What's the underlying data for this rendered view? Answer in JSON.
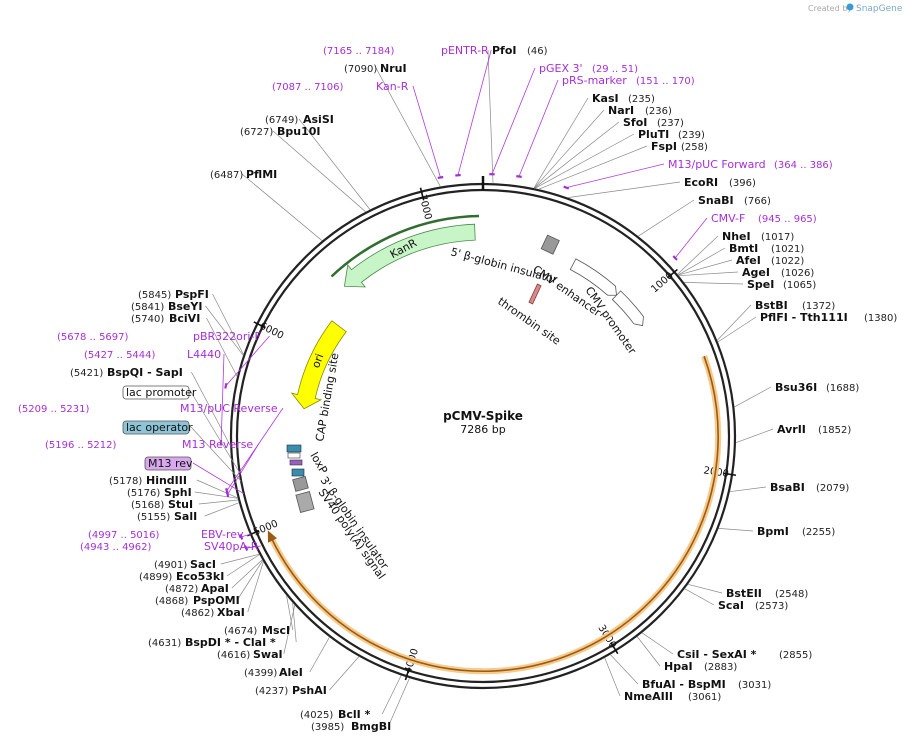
{
  "header": {
    "created_by": "Created by",
    "brand": "SnapGene"
  },
  "plasmid": {
    "name": "pCMV-Spike",
    "length": "7286 bp",
    "total_bp": 7286
  },
  "ticks": [
    1000,
    2000,
    3000,
    4000,
    5000,
    6000,
    7000
  ],
  "tick_labels": [
    "1000",
    "2000",
    "3000",
    "4000",
    "5000",
    "6000",
    "7000"
  ],
  "primers": [
    {
      "name": "pENTR-R",
      "range": "(7165 .. 7184)",
      "pos": 7175
    },
    {
      "name": "Kan-R",
      "range": "(7087 .. 7106)",
      "pos": 7097
    },
    {
      "name": "pGEX 3'",
      "range": "(29 .. 51)",
      "pos": 40
    },
    {
      "name": "pRS-marker",
      "range": "(151 .. 170)",
      "pos": 160
    },
    {
      "name": "M13/pUC Forward",
      "range": "(364 .. 386)",
      "pos": 375
    },
    {
      "name": "CMV-F",
      "range": "(945 .. 965)",
      "pos": 955
    },
    {
      "name": "pBR322ori-F",
      "range": "(5678 .. 5697)",
      "pos": 5688
    },
    {
      "name": "L4440",
      "range": "(5427 .. 5444)",
      "pos": 5435
    },
    {
      "name": "M13/pUC Reverse",
      "range": "(5209 .. 5231)",
      "pos": 5220
    },
    {
      "name": "M13 Reverse",
      "range": "(5196 .. 5212)",
      "pos": 5204
    },
    {
      "name": "EBV-rev",
      "range": "(4997 .. 5016)",
      "pos": 5006
    },
    {
      "name": "SV40pA-R",
      "range": "(4943 .. 4962)",
      "pos": 4952
    }
  ],
  "enzymes": [
    {
      "name": "PfoI",
      "pos_label": "(46)",
      "pos": 46
    },
    {
      "name": "NruI",
      "pos_label": "(7090)",
      "pos": 7090
    },
    {
      "name": "AsiSI",
      "pos_label": "(6749)",
      "pos": 6749
    },
    {
      "name": "Bpu10I",
      "pos_label": "(6727)",
      "pos": 6727
    },
    {
      "name": "PflMI",
      "pos_label": "(6487)",
      "pos": 6487
    },
    {
      "name": "KasI",
      "pos_label": "(235)",
      "pos": 235
    },
    {
      "name": "NarI",
      "pos_label": "(236)",
      "pos": 236
    },
    {
      "name": "SfoI",
      "pos_label": "(237)",
      "pos": 237
    },
    {
      "name": "PluTI",
      "pos_label": "(239)",
      "pos": 239
    },
    {
      "name": "FspI",
      "pos_label": "(258)",
      "pos": 258
    },
    {
      "name": "EcoRI",
      "pos_label": "(396)",
      "pos": 396
    },
    {
      "name": "SnaBI",
      "pos_label": "(766)",
      "pos": 766
    },
    {
      "name": "NheI",
      "pos_label": "(1017)",
      "pos": 1017
    },
    {
      "name": "BmtI",
      "pos_label": "(1021)",
      "pos": 1021
    },
    {
      "name": "AfeI",
      "pos_label": "(1022)",
      "pos": 1022
    },
    {
      "name": "AgeI",
      "pos_label": "(1026)",
      "pos": 1026
    },
    {
      "name": "SpeI",
      "pos_label": "(1065)",
      "pos": 1065
    },
    {
      "name": "BstBI",
      "pos_label": "(1372)",
      "pos": 1372
    },
    {
      "name": "PflFI - Tth111I",
      "pos_label": "(1380)",
      "pos": 1380
    },
    {
      "name": "Bsu36I",
      "pos_label": "(1688)",
      "pos": 1688
    },
    {
      "name": "AvrII",
      "pos_label": "(1852)",
      "pos": 1852
    },
    {
      "name": "BsaBI",
      "pos_label": "(2079)",
      "pos": 2079
    },
    {
      "name": "BpmI",
      "pos_label": "(2255)",
      "pos": 2255
    },
    {
      "name": "BstEII",
      "pos_label": "(2548)",
      "pos": 2548
    },
    {
      "name": "ScaI",
      "pos_label": "(2573)",
      "pos": 2573
    },
    {
      "name": "CsiI - SexAI *",
      "pos_label": "(2855)",
      "pos": 2855
    },
    {
      "name": "HpaI",
      "pos_label": "(2883)",
      "pos": 2883
    },
    {
      "name": "BfuAI - BspMI",
      "pos_label": "(3031)",
      "pos": 3031
    },
    {
      "name": "NmeAIII",
      "pos_label": "(3061)",
      "pos": 3061
    },
    {
      "name": "BclI *",
      "pos_label": "(4025)",
      "pos": 4025
    },
    {
      "name": "BmgBI",
      "pos_label": "(3985)",
      "pos": 3985
    },
    {
      "name": "PshAI",
      "pos_label": "(4237)",
      "pos": 4237
    },
    {
      "name": "AleI",
      "pos_label": "(4399)",
      "pos": 4399
    },
    {
      "name": "SwaI",
      "pos_label": "(4616)",
      "pos": 4616
    },
    {
      "name": "BspDI * - ClaI *",
      "pos_label": "(4631)",
      "pos": 4631
    },
    {
      "name": "MscI",
      "pos_label": "(4674)",
      "pos": 4674
    },
    {
      "name": "XbaI",
      "pos_label": "(4862)",
      "pos": 4862
    },
    {
      "name": "PspOMI",
      "pos_label": "(4868)",
      "pos": 4868
    },
    {
      "name": "ApaI",
      "pos_label": "(4872)",
      "pos": 4872
    },
    {
      "name": "Eco53kI",
      "pos_label": "(4899)",
      "pos": 4899
    },
    {
      "name": "SacI",
      "pos_label": "(4901)",
      "pos": 4901
    },
    {
      "name": "SalI",
      "pos_label": "(5155)",
      "pos": 5155
    },
    {
      "name": "StuI",
      "pos_label": "(5168)",
      "pos": 5168
    },
    {
      "name": "SphI",
      "pos_label": "(5176)",
      "pos": 5176
    },
    {
      "name": "HindIII",
      "pos_label": "(5178)",
      "pos": 5178
    },
    {
      "name": "BspQI - SapI",
      "pos_label": "(5421)",
      "pos": 5421
    },
    {
      "name": "BciVI",
      "pos_label": "(5740)",
      "pos": 5740
    },
    {
      "name": "BseYI",
      "pos_label": "(5841)",
      "pos": 5841
    },
    {
      "name": "PspFI",
      "pos_label": "(5845)",
      "pos": 5845
    }
  ],
  "boxed_features": [
    {
      "name": "lac promoter",
      "color": "#ffffff",
      "pos": 5290
    },
    {
      "name": "lac operator",
      "color": "#8fc4d6",
      "pos": 5250
    },
    {
      "name": "M13 rev",
      "color": "#d9a8ee",
      "pos": 5190
    }
  ],
  "features": {
    "kanr": "KanR",
    "ori": "ori",
    "beta_globin_5": "5' β-globin insulator",
    "cmv_enhancer": "CMV enhancer",
    "cmv_promoter": "CMV promoter",
    "thrombin": "thrombin site",
    "cap": "CAP binding site",
    "loxp": "loxP",
    "beta_globin_3": "3' β-globin insulator",
    "sv40": "SV40 poly(A) signal"
  },
  "colors": {
    "kanr_fill": "#c8f5c8",
    "kanr_stroke": "#4a8a4a",
    "ori_fill": "#ffff00",
    "spike_fill": "#f7c98a",
    "spike_stroke": "#9a5b12",
    "primer": "#a52fd6",
    "backbone": "#222222"
  }
}
